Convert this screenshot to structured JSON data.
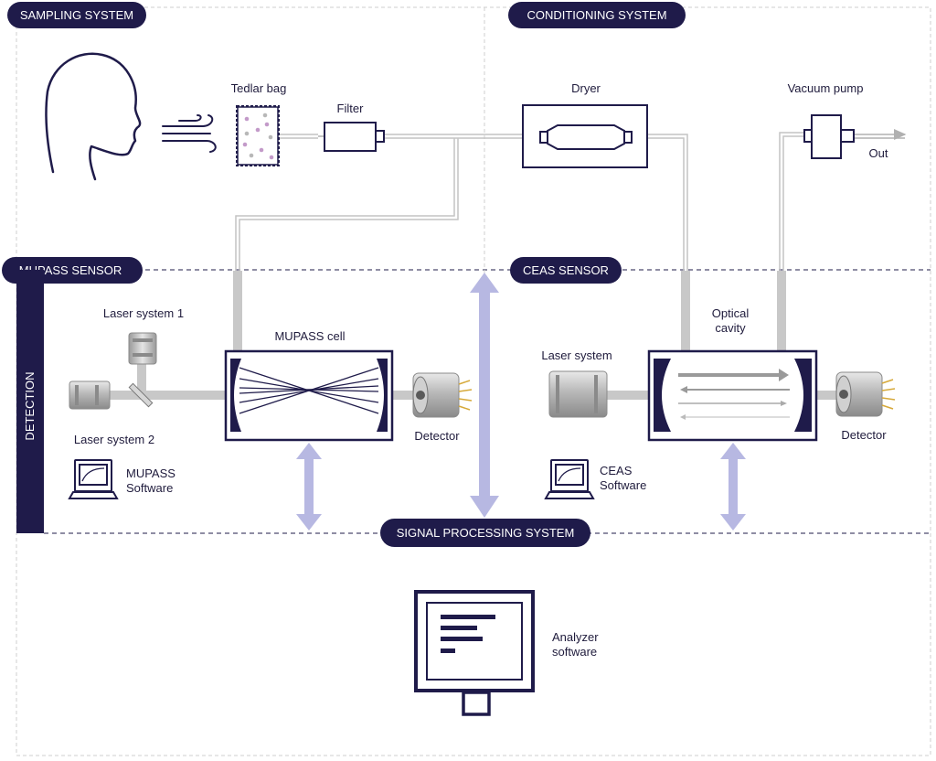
{
  "sections": {
    "sampling": "SAMPLING SYSTEM",
    "conditioning": "CONDITIONING SYSTEM",
    "mupass_sensor": "MUPASS SENSOR",
    "ceas_sensor": "CEAS SENSOR",
    "detection": "DETECTION",
    "signal_processing": "SIGNAL PROCESSING SYSTEM"
  },
  "components": {
    "tedlar_bag": "Tedlar bag",
    "filter": "Filter",
    "dryer": "Dryer",
    "vacuum_pump": "Vacuum pump",
    "out": "Out",
    "laser_system_1": "Laser system 1",
    "laser_system_2": "Laser system 2",
    "mupass_cell": "MUPASS cell",
    "detector_mupass": "Detector",
    "mupass_software": [
      "MUPASS",
      "Software"
    ],
    "optical_cavity": [
      "Optical",
      "cavity"
    ],
    "laser_system_ceas": "Laser system",
    "detector_ceas": "Detector",
    "ceas_software": [
      "CEAS",
      "Software"
    ],
    "analyzer_software": [
      "Analyzer",
      "software"
    ]
  },
  "colors": {
    "navy": "#1f1b4a",
    "lavender": "#b7b8e2",
    "pipe_grey": "#c8c8c8",
    "pipe_dark": "#a0a0a0",
    "sample_dot": "#c39ac9"
  }
}
